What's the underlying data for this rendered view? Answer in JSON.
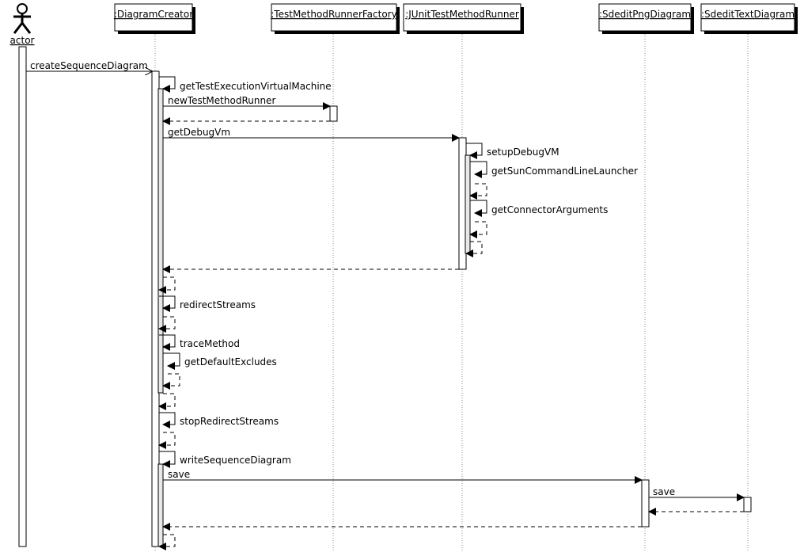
{
  "actor": {
    "name": "actor",
    "icon": "stick-figure-actor-icon"
  },
  "objects": [
    {
      "id": "dc",
      "label": ":DiagramCreator"
    },
    {
      "id": "tmf",
      "label": ":TestMethodRunnerFactory"
    },
    {
      "id": "jr",
      "label": ":JUnitTestMethodRunner"
    },
    {
      "id": "png",
      "label": ":SdeditPngDiagram"
    },
    {
      "id": "txt",
      "label": ":SdeditTextDiagram"
    }
  ],
  "messages": [
    {
      "type": "call",
      "from": "actor",
      "to": "dc",
      "label": "createSequenceDiagram"
    },
    {
      "type": "self",
      "on": "dc",
      "label": "getTestExecutionVirtualMachine"
    },
    {
      "type": "call",
      "from": "dc",
      "to": "tmf",
      "label": "newTestMethodRunner"
    },
    {
      "type": "return",
      "from": "tmf",
      "to": "dc"
    },
    {
      "type": "call",
      "from": "dc",
      "to": "jr",
      "label": "getDebugVm"
    },
    {
      "type": "self",
      "on": "jr",
      "label": "setupDebugVM"
    },
    {
      "type": "self",
      "on": "jr",
      "label": "getSunCommandLineLauncher"
    },
    {
      "type": "self",
      "on": "jr",
      "label": "getConnectorArguments"
    },
    {
      "type": "return",
      "from": "jr",
      "to": "dc"
    },
    {
      "type": "self",
      "on": "dc",
      "label": "redirectStreams"
    },
    {
      "type": "self",
      "on": "dc",
      "label": "traceMethod"
    },
    {
      "type": "self",
      "on": "dc",
      "label": "getDefaultExcludes"
    },
    {
      "type": "self",
      "on": "dc",
      "label": "stopRedirectStreams"
    },
    {
      "type": "self",
      "on": "dc",
      "label": "writeSequenceDiagram"
    },
    {
      "type": "call",
      "from": "dc",
      "to": "png",
      "label": "save"
    },
    {
      "type": "call",
      "from": "png",
      "to": "txt",
      "label": "save"
    },
    {
      "type": "return",
      "from": "txt",
      "to": "png"
    },
    {
      "type": "return",
      "from": "png",
      "to": "dc"
    }
  ]
}
